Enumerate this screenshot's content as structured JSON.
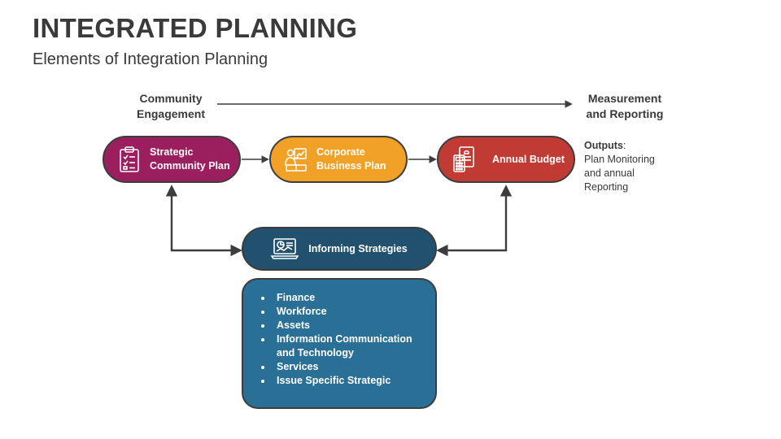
{
  "header": {
    "title": "INTEGRATED PLANNING",
    "subtitle": "Elements of Integration Planning"
  },
  "flow": {
    "left_label": "Community Engagement",
    "right_label": "Measurement and Reporting"
  },
  "steps": [
    {
      "label": "Strategic Community Plan",
      "icon": "clipboard-checklist-icon",
      "color": "#9b1f5f"
    },
    {
      "label": "Corporate Business Plan",
      "icon": "business-presentation-icon",
      "color": "#f2a127"
    },
    {
      "label": "Annual Budget",
      "icon": "calculator-document-icon",
      "color": "#bf3b33"
    }
  ],
  "informing": {
    "label": "Informing Strategies",
    "icon": "laptop-analytics-icon",
    "color": "#22506f",
    "items": [
      "Finance",
      "Workforce",
      "Assets",
      "Information Communication and Technology",
      "Services",
      "Issue Specific Strategic"
    ],
    "box_color": "#2a6f95"
  },
  "outputs": {
    "label": "Outputs",
    "text": "Plan Monitoring and annual Reporting"
  }
}
